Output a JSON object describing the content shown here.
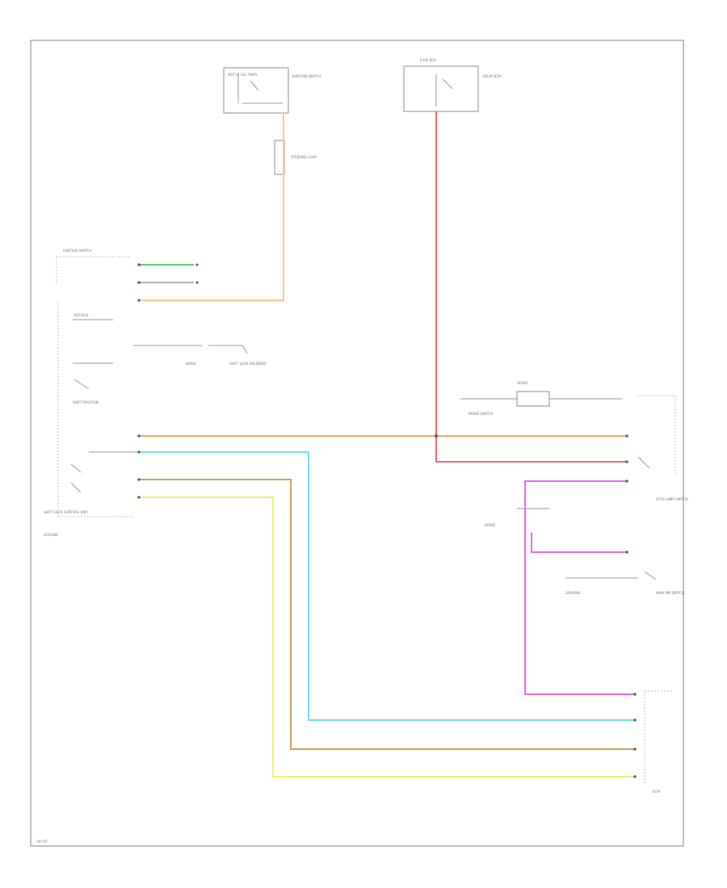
{
  "diagram": {
    "labels": {
      "ignition_switch": "IGNITION SWITCH",
      "hot_at_all_times": "HOT AT ALL TIMES",
      "fuse_box": "FUSE BOX",
      "relay_box": "RELAY BOX",
      "ignition_switch_light": "IGNITION SWITCH",
      "keyless": "KEYLESS",
      "steering_lock": "STEERING LOCK",
      "shift_lever_position": "SHIFT POSITION",
      "shift_lock_solenoid": "SHIFT LOCK SOLENOID",
      "diode": "DIODE",
      "shift_lock_control_unit": "SHIFT LOCK CONTROL UNIT",
      "park_pin_switch": "PARK PIN SWITCH",
      "brake_switch": "BRAKE SWITCH",
      "stop_lamp_switch": "STOP LAMP SWITCH",
      "ground": "GROUND",
      "ecm": "ECM",
      "footer": "W/ A/T"
    },
    "wire_colors": {
      "orange": "#f7a76a",
      "peach": "#f9c89b",
      "red": "#f26a6a",
      "cyan": "#6fe0e8",
      "tan": "#d2a060",
      "yellow": "#f3f06e",
      "magenta": "#ee66ee",
      "green": "#5fd35f",
      "light_gray": "#b4b4b4"
    }
  }
}
